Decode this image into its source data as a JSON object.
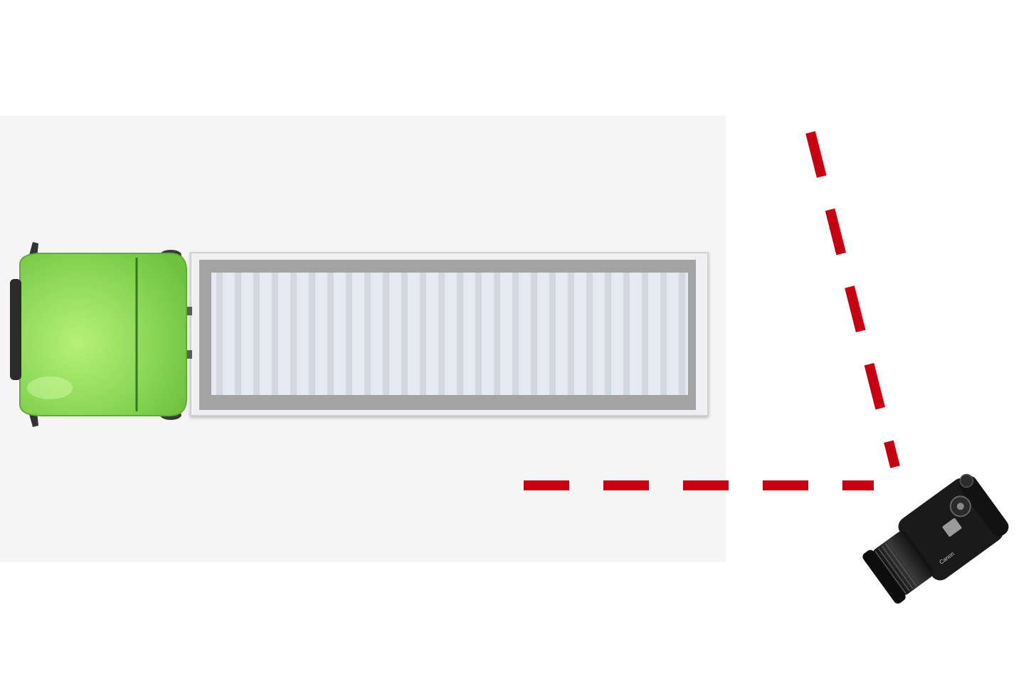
{
  "diagram": {
    "subject": "truck-top-view",
    "camera": {
      "brand_label": "Canon",
      "body_color": "#1a1a1a"
    },
    "field_of_view_lines": {
      "color": "#c8000f",
      "style": "dashed"
    },
    "colors": {
      "ground": "#f5f5f5",
      "cab": "#8ed85a",
      "cab_dark": "#2f7a1c",
      "trailer_frame": "#a3a3a3",
      "trailer_panel": "#e6e9f0",
      "trailer_rib": "#d3d7e0"
    }
  }
}
